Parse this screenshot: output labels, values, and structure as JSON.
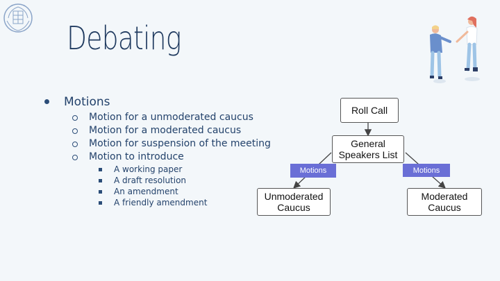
{
  "header": {
    "title": "Debating"
  },
  "outline": {
    "main": "Motions",
    "items": [
      "Motion for a unmoderated caucus",
      "Motion for a moderated caucus",
      "Motion for suspension of the meeting",
      "Motion to introduce"
    ],
    "subitems": [
      "A working paper",
      "A draft resolution",
      "An amendment",
      "A friendly amendment"
    ]
  },
  "diagram": {
    "roll_call": "Roll Call",
    "general_speakers": "General Speakers List",
    "unmoderated": "Unmoderated Caucus",
    "moderated": "Moderated Caucus",
    "motions_left": "Motions",
    "motions_right": "Motions"
  },
  "colors": {
    "accent": "#6a6fd6",
    "text": "#1f3a5f"
  }
}
